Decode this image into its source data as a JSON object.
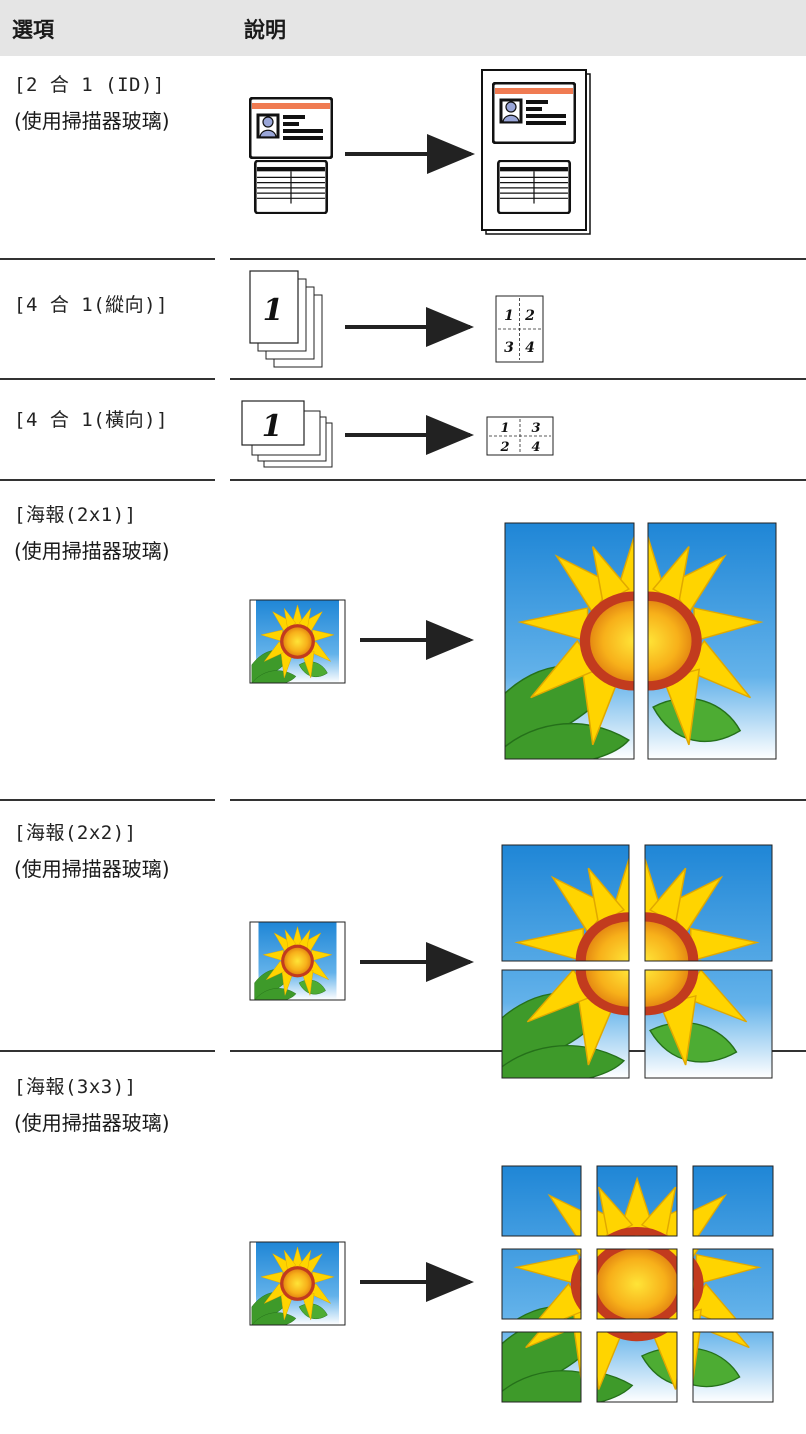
{
  "table": {
    "header": {
      "option": "選項",
      "description": "說明"
    },
    "rows": [
      {
        "option": "[2 合 1 (ID)]",
        "note": "(使用掃描器玻璃)"
      },
      {
        "option": "[4 合 1(縱向)]",
        "note": ""
      },
      {
        "option": "[4 合 1(橫向)]",
        "note": ""
      },
      {
        "option": "[海報(2x1)]",
        "note": "(使用掃描器玻璃)"
      },
      {
        "option": "[海報(2x2)]",
        "note": "(使用掃描器玻璃)"
      },
      {
        "option": "[海報(3x3)]",
        "note": "(使用掃描器玻璃)"
      }
    ]
  },
  "illustrations": {
    "page_number": "1",
    "portrait_4in1": [
      "1",
      "2",
      "3",
      "4"
    ],
    "landscape_4in1": [
      "1",
      "3",
      "2",
      "4"
    ],
    "colors": {
      "id_card_stripe": "#f07b52",
      "sky": "#2a8fd8",
      "petal": "#ffd400",
      "leaf": "#3e9a2a"
    }
  }
}
